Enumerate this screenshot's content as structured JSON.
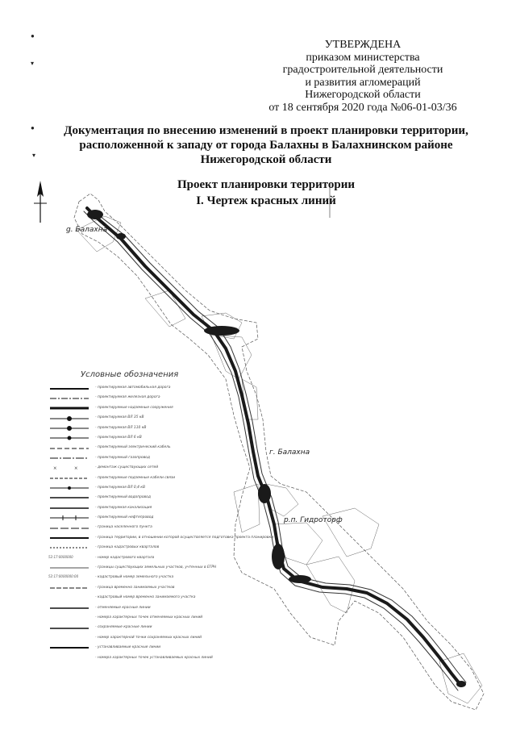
{
  "approval": {
    "lines": [
      "УТВЕРЖДЕНА",
      "приказом министерства",
      "градостроительной деятельности",
      "и развития агломераций",
      "Нижегородской области",
      "от 18 сентября 2020 года №06-01-03/36"
    ]
  },
  "title": {
    "lines": [
      "Документация по внесению изменений в проект планировки территории,",
      "расположенной к западу от города Балахны в Балахнинском районе",
      "Нижегородской области"
    ]
  },
  "subtitle": {
    "line1": "Проект планировки территории",
    "line2": "I.  Чертеж красных линий"
  },
  "map_labels": {
    "city_top": "g. Балахна",
    "city_balakhna": "г. Балахна",
    "settlement": "р.п. Гидроторф"
  },
  "legend": {
    "title": "Условные обозначения",
    "items": [
      {
        "code": "",
        "text": "- проектируемая автомобильная дорога"
      },
      {
        "code": "",
        "text": "- проектируемая железная дорога"
      },
      {
        "code": "",
        "text": "- проектируемые надземные сооружения"
      },
      {
        "code": "",
        "text": "- проектируемая ВЛ 35 кВ"
      },
      {
        "code": "",
        "text": "- проектируемая ВЛ 110 кВ"
      },
      {
        "code": "",
        "text": "- проектируемая ВЛ 6 кВ"
      },
      {
        "code": "",
        "text": "- проектируемый электрический кабель"
      },
      {
        "code": "",
        "text": "- проектируемый газопровод"
      },
      {
        "code": "",
        "text": "- демонтаж существующих сетей"
      },
      {
        "code": "",
        "text": "- проектируемые подземные кабели связи"
      },
      {
        "code": "",
        "text": "- проектируемая ВЛ 0,4 кВ"
      },
      {
        "code": "",
        "text": "- проектируемый водопровод"
      },
      {
        "code": "",
        "text": "- проектируемая канализация"
      },
      {
        "code": "",
        "text": "- проектируемый нефтепровод"
      },
      {
        "code": "",
        "text": "- граница населенного пункта"
      },
      {
        "code": "",
        "text": "- граница территории, в отношении которой осуществляется подготовка проекта планировки"
      },
      {
        "code": "",
        "text": "- граница кадастровых кварталов"
      },
      {
        "code": "52:17:0000000",
        "text": "- номер кадастрового квартала"
      },
      {
        "code": "",
        "text": "- границы существующих земельных участков, учтенных в ЕГРН"
      },
      {
        "code": "52:17:0000000:00",
        "text": "- кадастровый номер земельного участка"
      },
      {
        "code": "",
        "text": "- граница временно занимаемых участков"
      },
      {
        "code": "",
        "text": "- кадастровый номер временно занимаемого участка"
      },
      {
        "code": "",
        "text": "- отменяемые красные линии"
      },
      {
        "code": "",
        "text": "- номера характерных точек отменяемых красных линий"
      },
      {
        "code": "",
        "text": "- сохраняемые красные линии"
      },
      {
        "code": "",
        "text": "- номер характерной точки сохраняемых красных линий"
      },
      {
        "code": "",
        "text": "- устанавливаемые красные линии"
      },
      {
        "code": "",
        "text": "- номера характерных точек устанавливаемых красных линий"
      }
    ]
  },
  "colors": {
    "ink": "#111111",
    "route": "#1a1a1a",
    "boundary": "#555555"
  },
  "icons": {
    "north_arrow": "north-arrow-icon"
  }
}
